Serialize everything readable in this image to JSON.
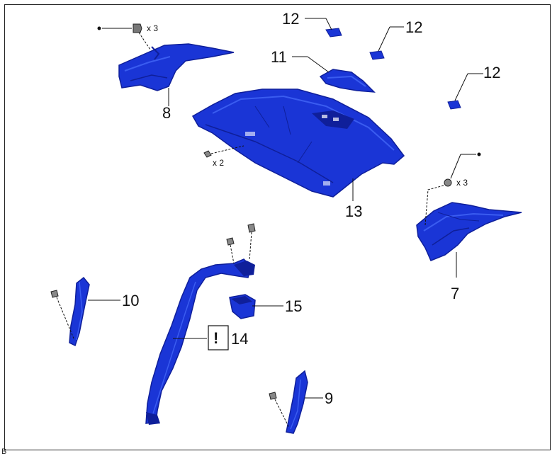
{
  "callouts": {
    "c7": "7",
    "c8": "8",
    "c9": "9",
    "c10": "10",
    "c11": "11",
    "c12a": "12",
    "c12b": "12",
    "c12c": "12",
    "c13": "13",
    "c14": "14",
    "c15": "15"
  },
  "quantities": {
    "clips_trim8": "x 3",
    "clips_trim7": "x 3",
    "screws_tray": "x 2"
  },
  "warning_mark": "!",
  "corner_mark": "B",
  "colors": {
    "part_fill": "#1a35d6",
    "part_dark": "#0f1f9a",
    "part_light": "#3a5cf0",
    "line": "#111111"
  }
}
